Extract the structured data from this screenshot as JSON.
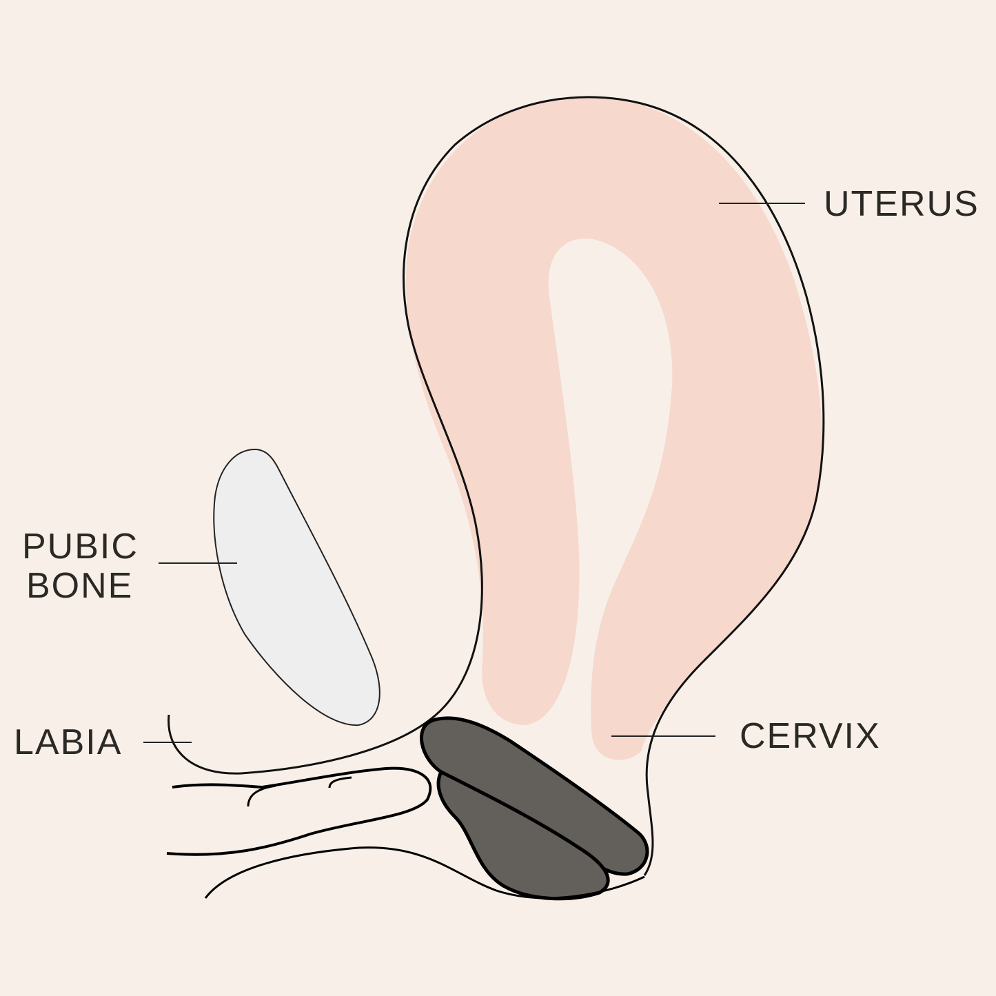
{
  "labels": {
    "uterus": "UTERUS",
    "pubic_bone_line1": "PUBIC",
    "pubic_bone_line2": "BONE",
    "labia": "LABIA",
    "cervix": "CERVIX"
  },
  "colors": {
    "background": "#f8f0e8",
    "uterus": "#f6d8cc",
    "pubic_bone": "#eeeeee",
    "device": "#63605c",
    "outline": "#111111",
    "text": "#2b2926"
  }
}
